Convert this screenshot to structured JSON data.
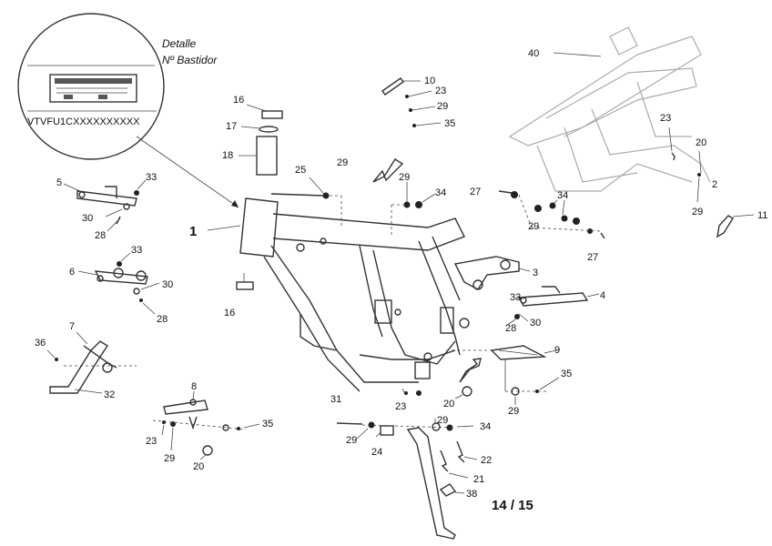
{
  "detail": {
    "title_line1": "Detalle",
    "title_line2": "Nº Bastidor",
    "vin": "VTVFU1CXXXXXXXXXX"
  },
  "labels": {
    "l1": "1",
    "l2": "2",
    "l3": "3",
    "l4": "4",
    "l5": "5",
    "l6": "6",
    "l7": "7",
    "l8": "8",
    "l9": "9",
    "l10": "10",
    "l11": "11",
    "l14_15": "14 / 15",
    "l16a": "16",
    "l16b": "16",
    "l17": "17",
    "l18": "18",
    "l20a": "20",
    "l20b": "20",
    "l20c": "20",
    "l21": "21",
    "l22": "22",
    "l23a": "23",
    "l23b": "23",
    "l23c": "23",
    "l23d": "23",
    "l24": "24",
    "l25": "25",
    "l27a": "27",
    "l27b": "27",
    "l28a": "28",
    "l28b": "28",
    "l28c": "28",
    "l29a": "29",
    "l29b": "29",
    "l29c": "29",
    "l29d": "29",
    "l29e": "29",
    "l29f": "29",
    "l29g": "29",
    "l29h": "29",
    "l29i": "29",
    "l30a": "30",
    "l30b": "30",
    "l30c": "30",
    "l31": "31",
    "l32": "32",
    "l33a": "33",
    "l33b": "33",
    "l33c": "33",
    "l34a": "34",
    "l34b": "34",
    "l34c": "34",
    "l35a": "35",
    "l35b": "35",
    "l35c": "35",
    "l36": "36",
    "l38": "38",
    "l40": "40"
  }
}
